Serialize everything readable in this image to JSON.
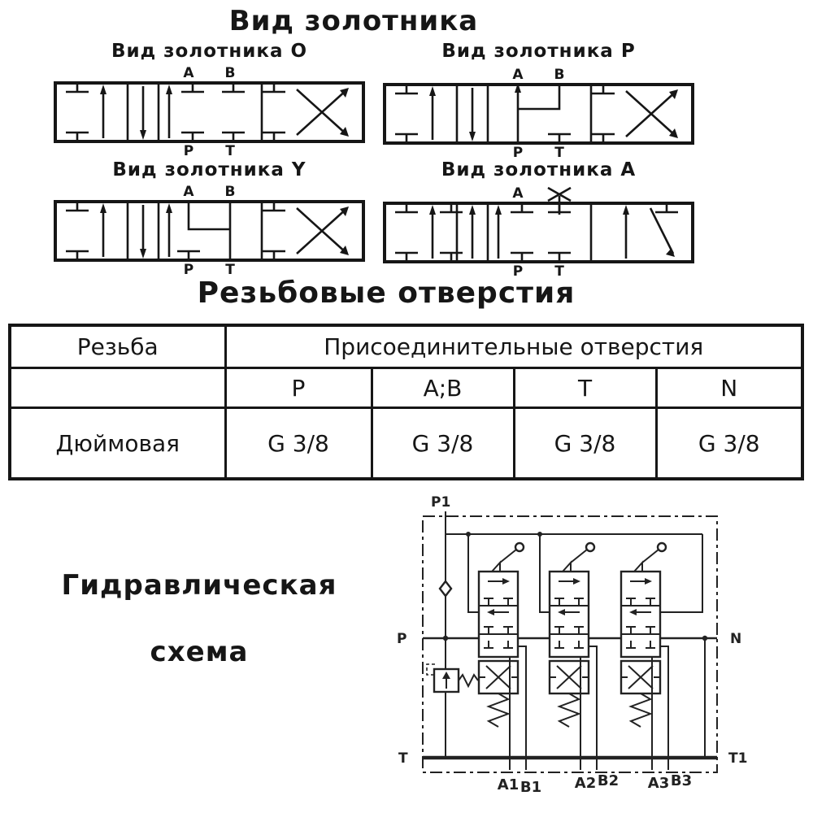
{
  "page": {
    "main_title": "Вид золотника"
  },
  "spool_views": {
    "valves": [
      {
        "id": "O",
        "title": "Вид золотника O",
        "port_a": "A",
        "port_b": "B",
        "port_p": "P",
        "port_t": "T"
      },
      {
        "id": "P",
        "title": "Вид золотника P",
        "port_a": "A",
        "port_b": "B",
        "port_p": "P",
        "port_t": "T"
      },
      {
        "id": "Y",
        "title": "Вид золотника Y",
        "port_a": "A",
        "port_b": "B",
        "port_p": "P",
        "port_t": "T"
      },
      {
        "id": "A",
        "title": "Вид золотника A",
        "port_a": "A",
        "port_p": "P",
        "port_t": "T"
      }
    ]
  },
  "threaded_holes": {
    "title": "Резьбовые отверстия",
    "table": {
      "col1_header": "Резьба",
      "group_header": "Присоединительные отверстия",
      "sub_headers": [
        "P",
        "A;B",
        "T",
        "N"
      ],
      "row_label": "Дюймовая",
      "values": [
        "G 3/8",
        "G 3/8",
        "G 3/8",
        "G 3/8"
      ]
    }
  },
  "hydraulic_scheme": {
    "title_line1": "Гидравлическая",
    "title_line2": "схема",
    "labels": {
      "p1": "P1",
      "p": "P",
      "n": "N",
      "t": "T",
      "t1": "T1",
      "a1": "A1",
      "b1": "B1",
      "a2": "A2",
      "b2": "B2",
      "a3": "A3",
      "b3": "B3"
    }
  },
  "colors": {
    "ink": "#161616",
    "background": "#ffffff"
  }
}
